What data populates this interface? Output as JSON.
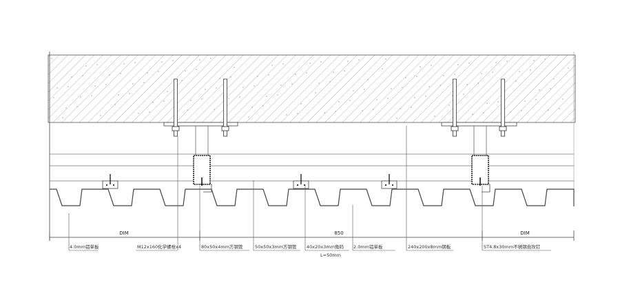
{
  "dimensions": {
    "left": "DIM",
    "middle": "850",
    "right": "DIM"
  },
  "labels": [
    {
      "text": "4.0mm铝单板"
    },
    {
      "text": "M12x160化学螺栓x4"
    },
    {
      "text": "80x50x4mm方钢管"
    },
    {
      "text": "50x50x3mm方钢管"
    },
    {
      "text": "40x20x3mm角码",
      "sub": "L=50mm"
    },
    {
      "text": "2.0mm铝单板"
    },
    {
      "text": "240x200x8mm钢板"
    },
    {
      "text": "ST4.8x30mm不锈钢自攻钉"
    }
  ]
}
